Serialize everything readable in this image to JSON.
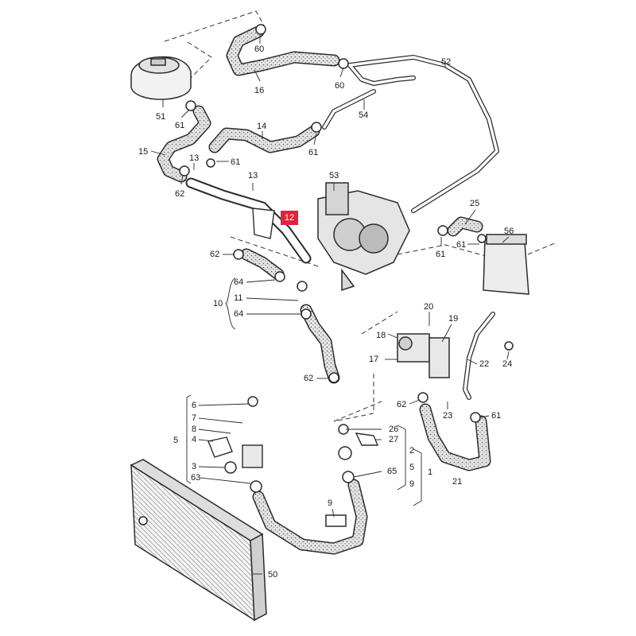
{
  "diagram": {
    "highlighted_callout": "12",
    "highlight_color": "#e2233b",
    "line_color": "#2b2b2b",
    "hose_fill": "#dcdcdc",
    "labels": {
      "l60a": "60",
      "l16": "16",
      "l60b": "60",
      "l52": "52",
      "l54": "54",
      "l51": "51",
      "l61a": "61",
      "l14": "14",
      "l61b": "61",
      "l15": "15",
      "l13a": "13",
      "l61c": "61",
      "l62a": "62",
      "l13b": "13",
      "l53": "53",
      "l25": "25",
      "l56": "56",
      "l61d": "61",
      "l61e": "61",
      "l62b": "62",
      "l64a": "64",
      "l11": "11",
      "l10": "10",
      "l64b": "64",
      "l20": "20",
      "l18": "18",
      "l19": "19",
      "l17": "17",
      "l22": "22",
      "l24": "24",
      "l62c": "62",
      "l62d": "62",
      "l23": "23",
      "l61f": "61",
      "l6": "6",
      "l7": "7",
      "l8": "8",
      "l4": "4",
      "l5a": "5",
      "l3": "3",
      "l63": "63",
      "l26": "26",
      "l27": "27",
      "l2": "2",
      "l5b": "5",
      "l65": "65",
      "l1": "1",
      "l9a": "9",
      "l21": "21",
      "l9b": "9",
      "l50": "50"
    }
  }
}
